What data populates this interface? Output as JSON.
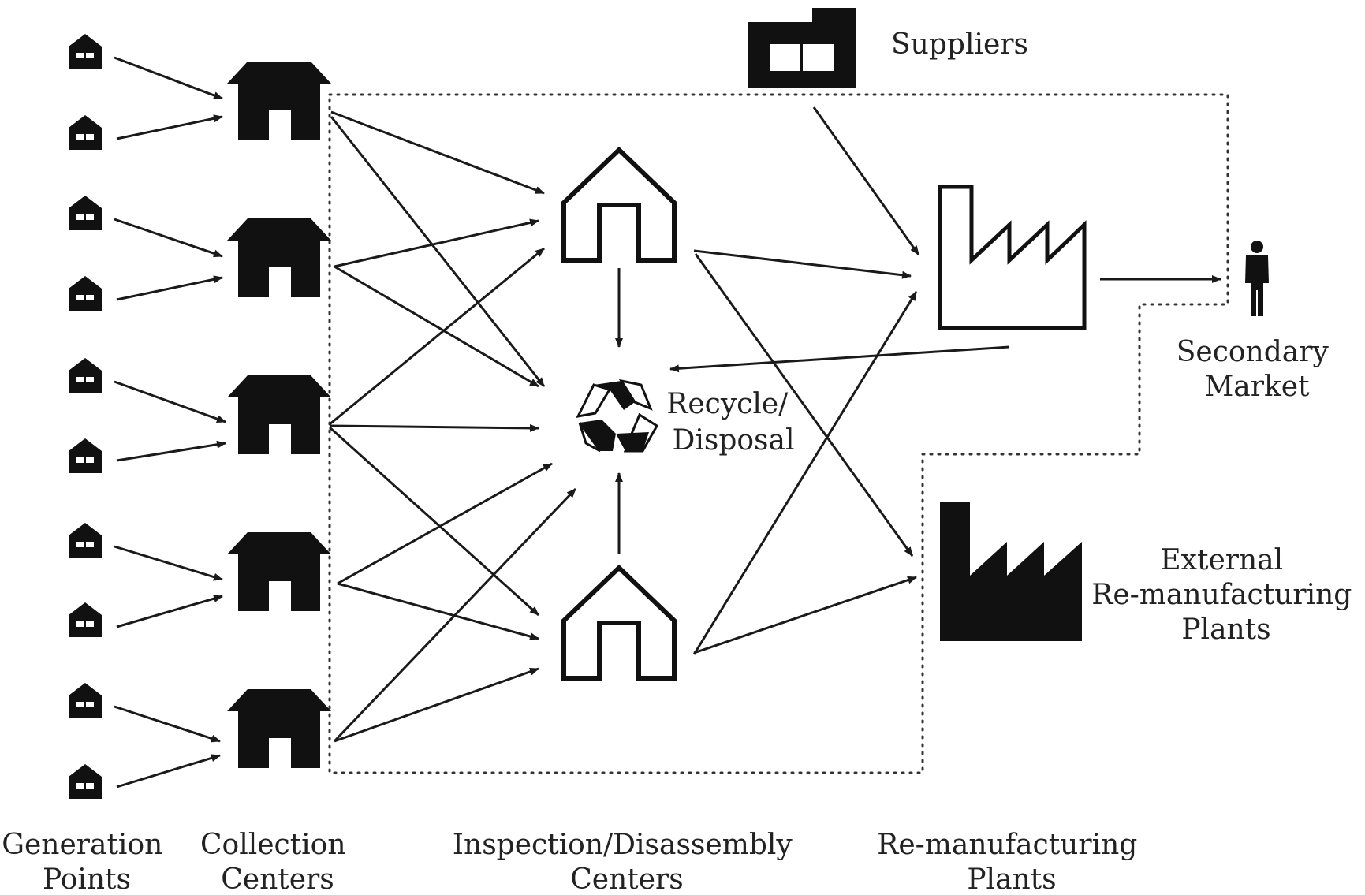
{
  "labels": {
    "generation_points": [
      "Generation",
      "Points"
    ],
    "collection_centers": [
      "Collection",
      "Centers"
    ],
    "inspection_centers": [
      "Inspection/Disassembly",
      "Centers"
    ],
    "remanufacturing_plants": [
      "Re-manufacturing",
      "Plants"
    ],
    "suppliers": "Suppliers",
    "secondary_market": [
      "Secondary",
      "Market"
    ],
    "recycle_disposal": [
      "Recycle/",
      "Disposal"
    ],
    "external_plants": [
      "External",
      "Re-manufacturing",
      "Plants"
    ]
  },
  "nodes": {
    "generation_points": 10,
    "collection_centers": 5,
    "inspection_centers": 2,
    "remanufacturing_plants": 1,
    "external_plants": 1
  },
  "icons": {
    "generation_point": "small-house-icon",
    "collection_center": "house-icon",
    "inspection_center": "house-outline-icon",
    "recycle": "recycle-icon",
    "supplier": "supplier-building-icon",
    "plant": "factory-outline-icon",
    "external_plant": "factory-icon",
    "market": "person-icon"
  }
}
